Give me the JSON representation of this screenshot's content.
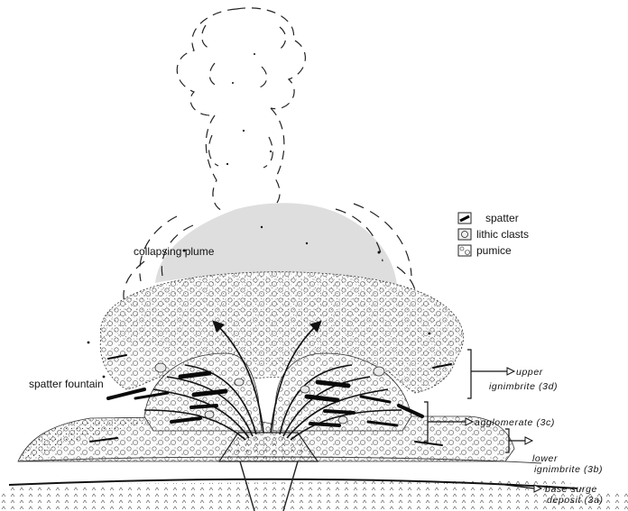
{
  "labels": {
    "collapsing_plume": "collapsing plume",
    "spatter_fountain": "spatter fountain"
  },
  "legend": {
    "spatter": "spatter",
    "lithic_clasts": "lithic clasts",
    "pumice": "pumice"
  },
  "units": {
    "upper_line1": "upper",
    "upper_line2": "ignimbrite (3d)",
    "agglomerate": "agglomerate (3c)",
    "lower_line1": "lower",
    "lower_line2": "ignimbrite (3b)",
    "base_line1": "base surge",
    "base_line2": "deposit (3a)"
  },
  "colors": {
    "plume_fill": "#dedede",
    "ink": "#111111"
  }
}
